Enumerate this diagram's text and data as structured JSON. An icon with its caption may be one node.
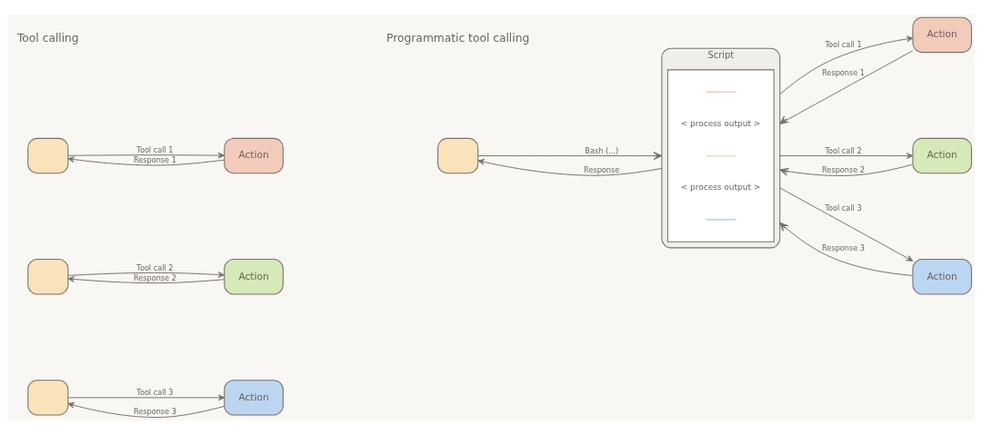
{
  "diagram": {
    "nodes": [
      {
        "text": [],
        "shape": "box"
      },
      {
        "text": [],
        "shape": "box"
      },
      {
        "text": [],
        "shape": "box"
      },
      {
        "text": [
          "Action"
        ]
      },
      {
        "text": [
          "Action"
        ]
      },
      {
        "text": [
          "Action"
        ]
      },
      {
        "text": [],
        "shape": "box"
      },
      {
        "text": [
          "Script"
        ]
      },
      {
        "text": [
          "< process output >",
          "< process output >"
        ],
        "in": 7
      },
      {
        "text": [
          "Action"
        ]
      },
      {
        "text": [
          "Action"
        ]
      },
      {
        "text": [
          "Action"
        ]
      }
    ],
    "edges": [
      {
        "from": 0,
        "to": 3,
        "arrow": "to",
        "label": "Tool call 1"
      },
      {
        "from": 3,
        "to": 0,
        "arrow": "to",
        "label": "Response 1"
      },
      {
        "from": 1,
        "to": 4,
        "arrow": "to",
        "label": "Tool call 2"
      },
      {
        "from": 4,
        "to": 1,
        "arrow": "to",
        "label": "Response 2"
      },
      {
        "from": 2,
        "to": 5,
        "arrow": "to",
        "label": "Tool call 3"
      },
      {
        "from": 5,
        "to": 2,
        "arrow": "to",
        "label": "Response 3"
      },
      {
        "from": 6,
        "to": 7,
        "arrow": "to",
        "label": "Bash (...)"
      },
      {
        "from": 7,
        "to": 6,
        "arrow": "to",
        "label": "Response"
      },
      {
        "from": 7,
        "to": 9,
        "arrow": "to",
        "label": "Tool call 1"
      },
      {
        "from": 9,
        "to": 7,
        "arrow": "to",
        "label": "Response 1"
      },
      {
        "from": 7,
        "to": 10,
        "arrow": "to",
        "label": "Tool call 2"
      },
      {
        "from": 10,
        "to": 7,
        "arrow": "to",
        "label": "Response 2"
      },
      {
        "from": 7,
        "to": 11,
        "arrow": "to",
        "label": "Tool call 3"
      },
      {
        "from": 11,
        "to": 7,
        "arrow": "to",
        "label": "Response 3"
      }
    ],
    "labels": [
      "Tool calling",
      "Programmatic tool calling"
    ]
  }
}
